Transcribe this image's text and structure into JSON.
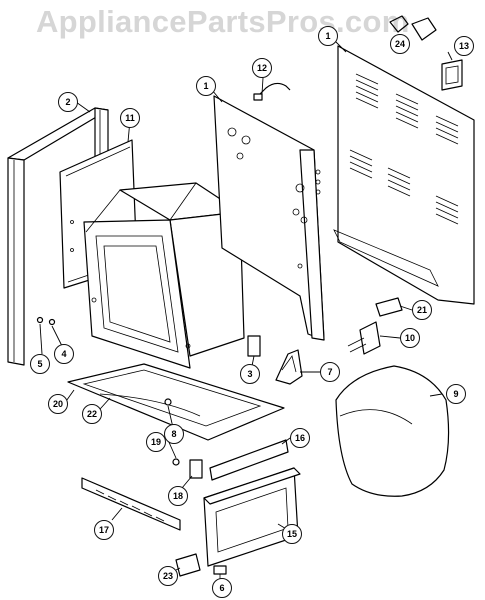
{
  "watermark": "AppliancePartsPros.com",
  "callouts": [
    {
      "id": "c1a",
      "label": "1"
    },
    {
      "id": "c1b",
      "label": "1"
    },
    {
      "id": "c2",
      "label": "2"
    },
    {
      "id": "c3",
      "label": "3"
    },
    {
      "id": "c4",
      "label": "4"
    },
    {
      "id": "c5",
      "label": "5"
    },
    {
      "id": "c6",
      "label": "6"
    },
    {
      "id": "c7",
      "label": "7"
    },
    {
      "id": "c8",
      "label": "8"
    },
    {
      "id": "c9",
      "label": "9"
    },
    {
      "id": "c10",
      "label": "10"
    },
    {
      "id": "c11",
      "label": "11"
    },
    {
      "id": "c12",
      "label": "12"
    },
    {
      "id": "c13",
      "label": "13"
    },
    {
      "id": "c15",
      "label": "15"
    },
    {
      "id": "c16",
      "label": "16"
    },
    {
      "id": "c17",
      "label": "17"
    },
    {
      "id": "c18",
      "label": "18"
    },
    {
      "id": "c19",
      "label": "19"
    },
    {
      "id": "c20",
      "label": "20"
    },
    {
      "id": "c21",
      "label": "21"
    },
    {
      "id": "c22",
      "label": "22"
    },
    {
      "id": "c23",
      "label": "23"
    },
    {
      "id": "c24",
      "label": "24"
    }
  ]
}
